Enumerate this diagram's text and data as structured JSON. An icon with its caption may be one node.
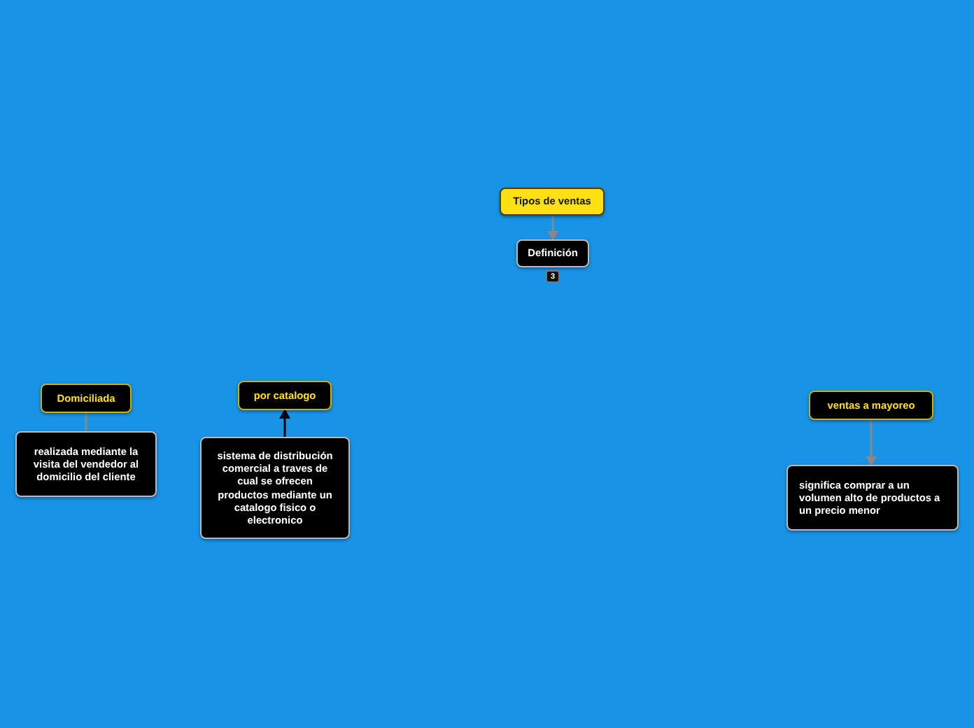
{
  "diagram": {
    "nodes": [
      {
        "text": [
          "Tipos de ventas"
        ]
      },
      {
        "text": [
          "Definición"
        ],
        "beside": [
          "3"
        ]
      },
      {
        "text": [
          "Domiciliada"
        ]
      },
      {
        "text": [
          "realizada mediante la visita del vendedor al domicilio del cliente"
        ]
      },
      {
        "text": [
          "por catalogo"
        ]
      },
      {
        "text": [
          "sistema de distribución comercial a traves de cual se ofrecen productos mediante un catalogo fisico o electronico"
        ]
      },
      {
        "text": [
          "ventas a mayoreo"
        ]
      },
      {
        "text": [
          "significa comprar a un volumen alto de productos a un precio menor"
        ]
      }
    ],
    "edges": [
      {
        "from": 0,
        "to": 1,
        "arrow": "to"
      },
      {
        "from": 2,
        "to": 3,
        "arrow": "none"
      },
      {
        "from": 5,
        "to": 4,
        "arrow": "to",
        "color": "#000000"
      },
      {
        "from": 6,
        "to": 7,
        "arrow": "to"
      }
    ]
  }
}
